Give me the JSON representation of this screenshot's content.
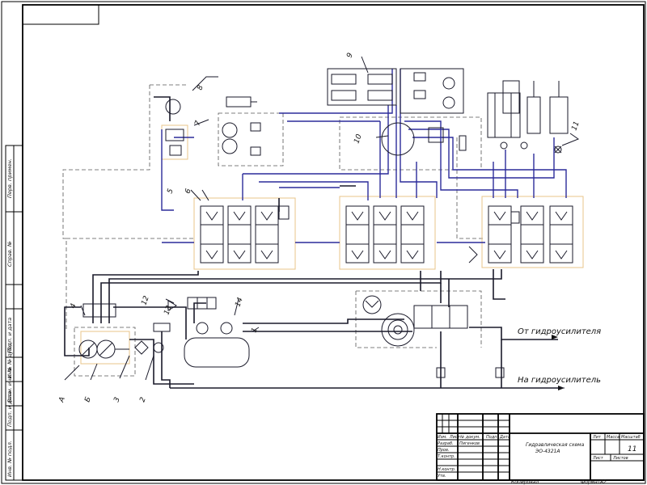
{
  "diagram": {
    "callouts": {
      "c1": "1",
      "c2": "2",
      "c3": "3",
      "c4": "4",
      "c5": "5",
      "c6": "6",
      "c7": "7",
      "c8": "8",
      "c9": "9",
      "c10": "10",
      "c11": "11",
      "c12": "12",
      "c13": "13",
      "c14": "14",
      "cA": "А",
      "cB": "Б"
    },
    "flow_from": "От гидроусилителя",
    "flow_to": "На гидроусилитель"
  },
  "left_strip": {
    "cells": [
      "Перв. примен.",
      "Справ. №",
      "Подп. и дата",
      "Инв. № дубл.",
      "Взам. инв. №",
      "Подп. и дата",
      "Инв. № подл."
    ]
  },
  "title_block": {
    "title_line1": "Гидравлическая схема",
    "title_line2": "ЭО-4321А",
    "sheet_number": "11",
    "col_izm": "Изм.",
    "col_list": "Лист",
    "col_doc": "№ докум.",
    "col_sign": "Подп.",
    "col_date": "Дата",
    "row_razrab": "Разраб.",
    "razrab_name": "Пигенков",
    "row_prov": "Пров.",
    "row_tkontr": "Т.контр.",
    "row_nkontr": "Н.контр.",
    "row_utv": "Утв.",
    "lit": "Лит",
    "massa": "Масса",
    "masshtab": "Масштаб",
    "list": "Лист",
    "listov": "Листов",
    "kopiroval": "Копировал",
    "format_label": "Формат",
    "format_value": "А2"
  }
}
